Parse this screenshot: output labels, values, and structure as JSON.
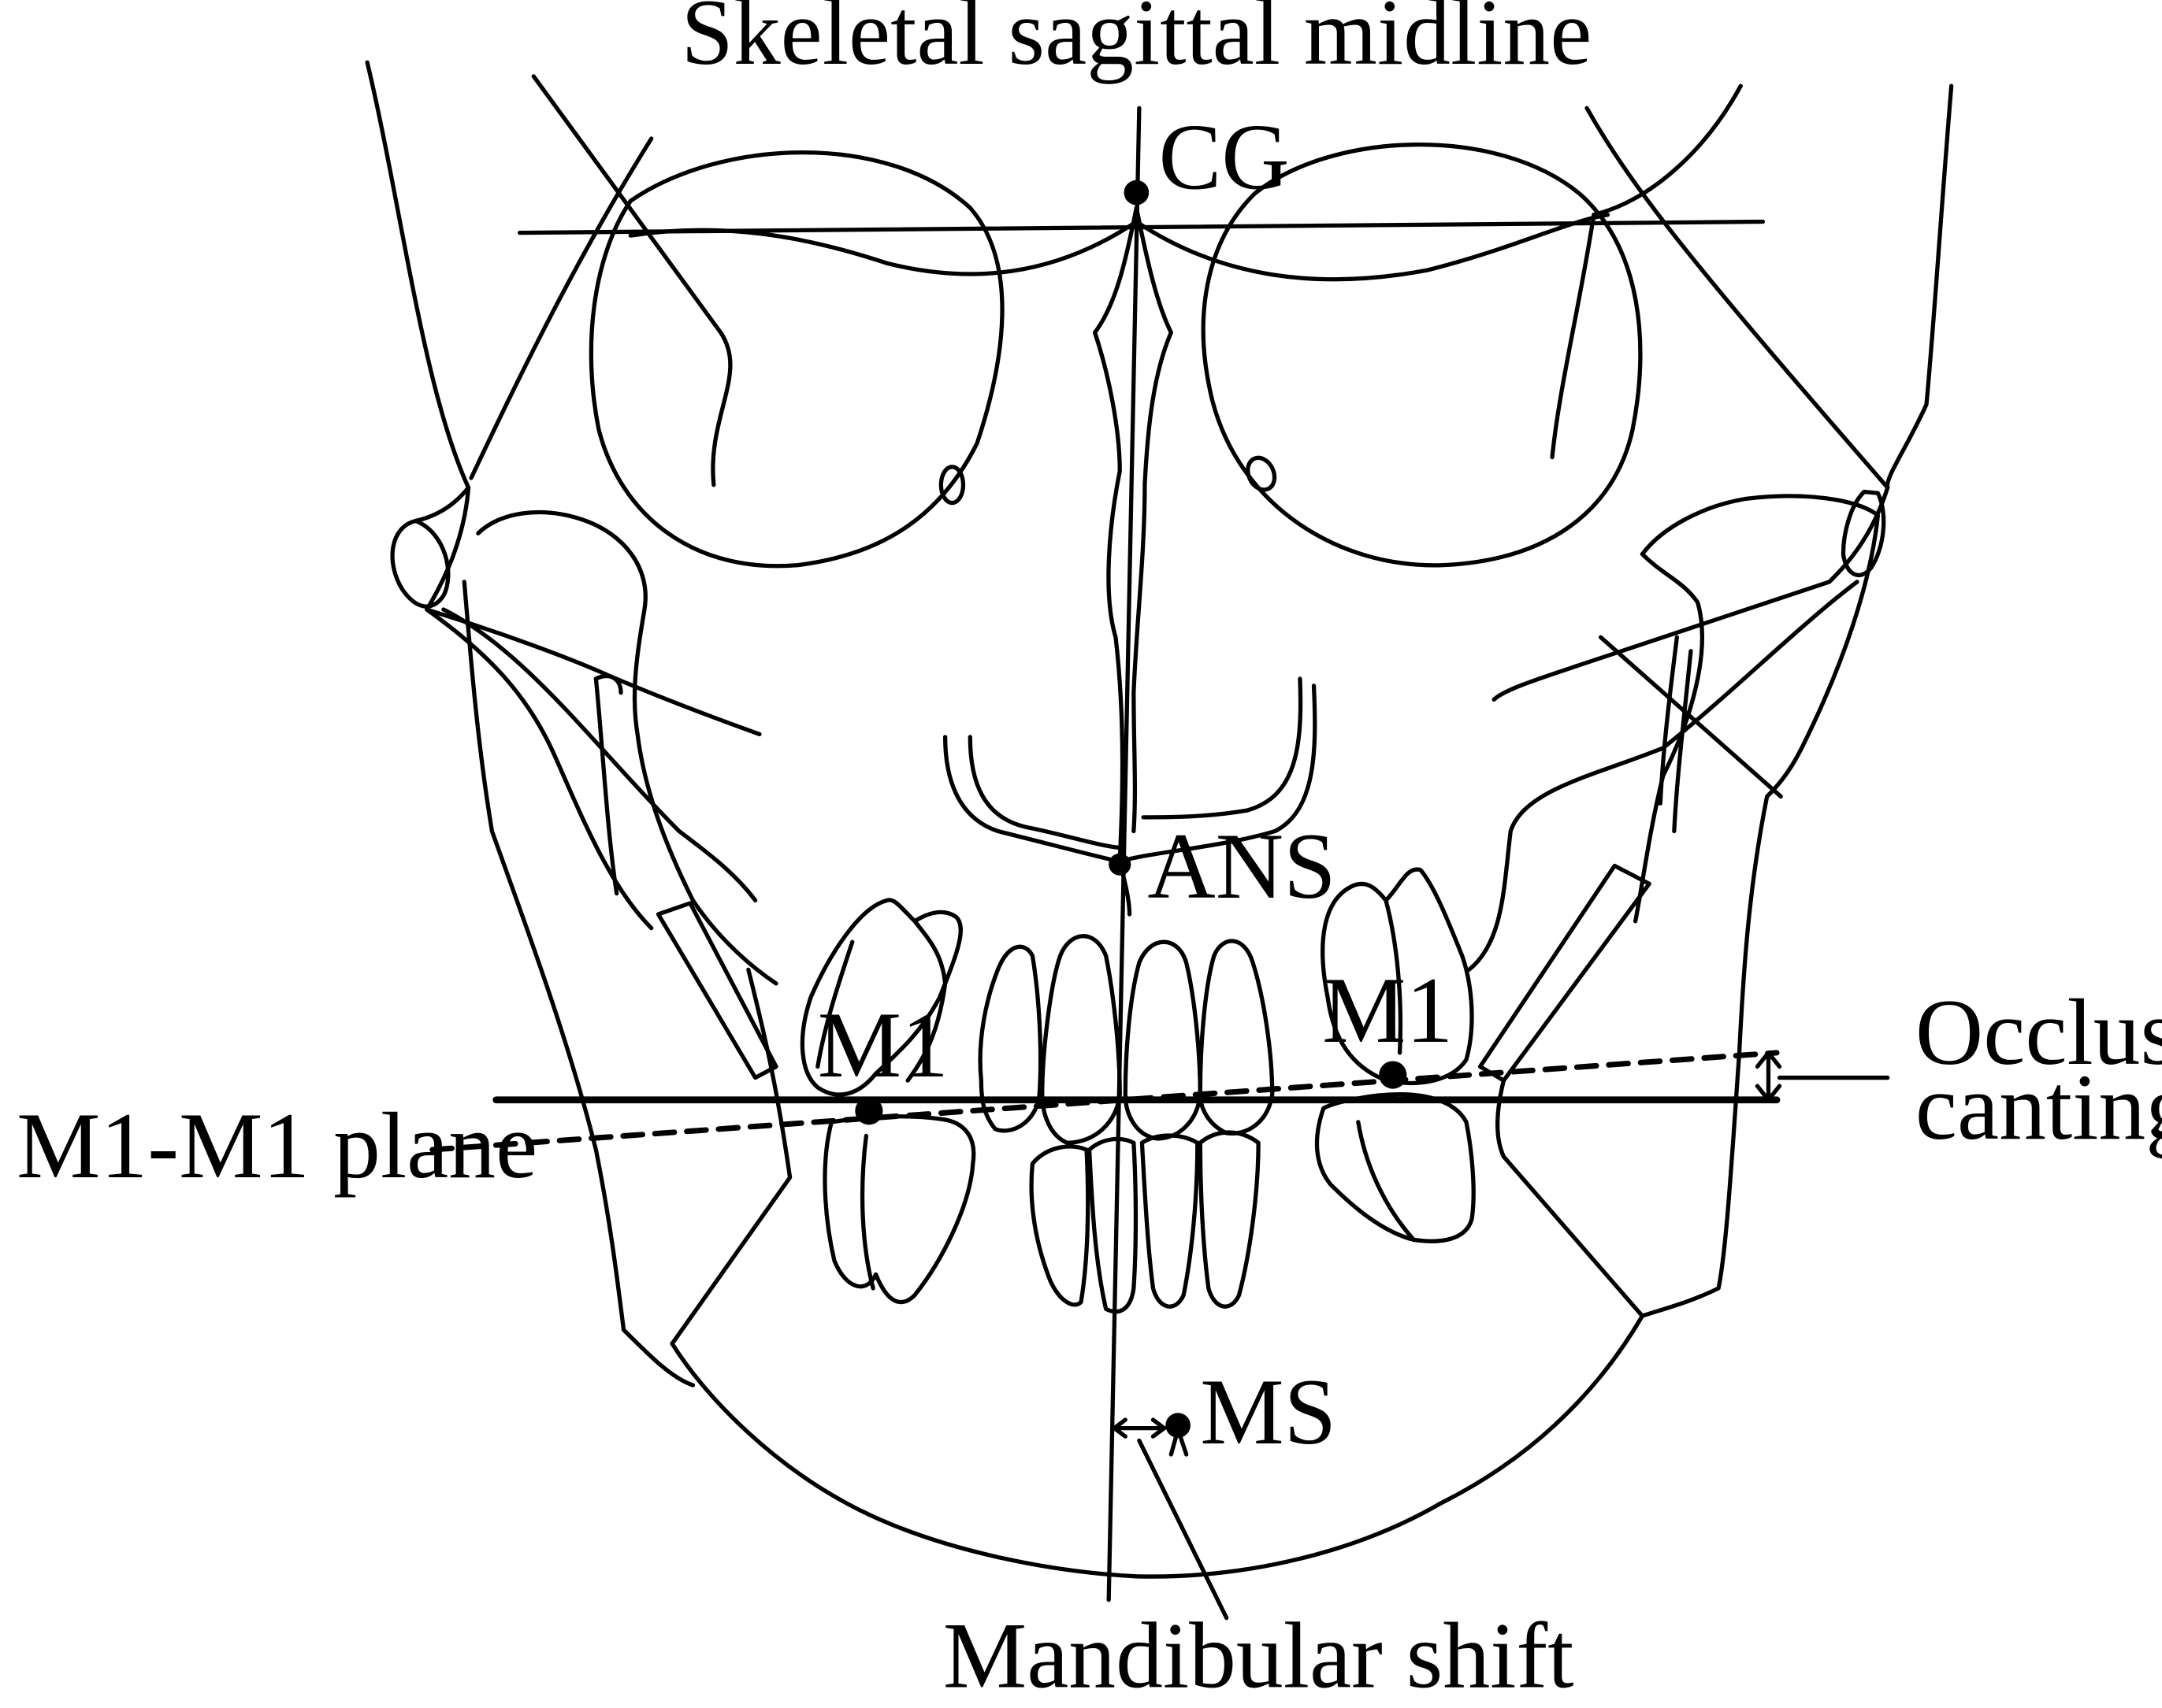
{
  "labels": {
    "midline": "Skeletal sagittal midline",
    "cg": "CG",
    "ans": "ANS",
    "m1_left": "M1",
    "m1_right": "M1",
    "m1_plane": "M1-M1 plane",
    "occlusal_line1": "Occlusal",
    "occlusal_line2": "canting",
    "ms": "MS",
    "mandibular_shift": "Mandibular shift"
  }
}
